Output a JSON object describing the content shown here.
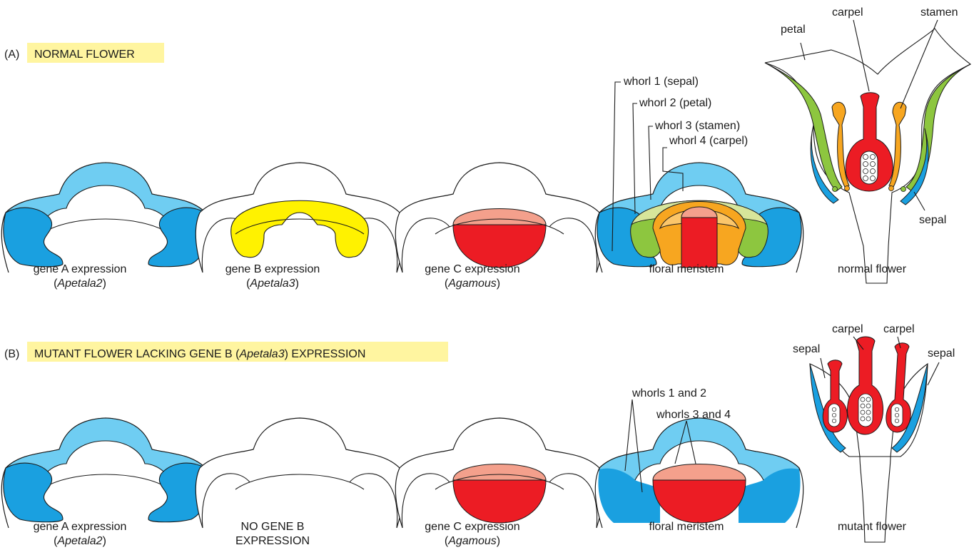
{
  "panels": {
    "a": {
      "letter": "(A)",
      "title": "NORMAL FLOWER"
    },
    "b": {
      "letter": "(B)",
      "title_pre": "MUTANT FLOWER LACKING GENE B (",
      "title_italic": "Apetala3",
      "title_post": ") EXPRESSION"
    }
  },
  "row_a": {
    "gene_a": {
      "line1": "gene A expression",
      "open": "(",
      "name": "Apetala2",
      "close": ")"
    },
    "gene_b": {
      "line1": "gene B expression",
      "open": "(",
      "name": "Apetala3",
      "close": ")"
    },
    "gene_c": {
      "line1": "gene C expression",
      "open": "(",
      "name": "Agamous",
      "close": ")"
    },
    "meristem": {
      "caption": "floral meristem",
      "whorl1": "whorl 1 (sepal)",
      "whorl2": "whorl 2 (petal)",
      "whorl3": "whorl 3 (stamen)",
      "whorl4": "whorl 4 (carpel)"
    },
    "flower": {
      "caption": "normal flower",
      "petal": "petal",
      "carpel": "carpel",
      "stamen": "stamen",
      "sepal": "sepal"
    }
  },
  "row_b": {
    "gene_a": {
      "line1": "gene A expression",
      "open": "(",
      "name": "Apetala2",
      "close": ")"
    },
    "gene_b": {
      "line1": "NO GENE B",
      "line2": "EXPRESSION"
    },
    "gene_c": {
      "line1": "gene C expression",
      "open": "(",
      "name": "Agamous",
      "close": ")"
    },
    "meristem": {
      "caption": "floral meristem",
      "whorls12": "whorls 1 and 2",
      "whorls34": "whorls 3 and 4"
    },
    "flower": {
      "caption": "mutant flower",
      "sepal_left": "sepal",
      "carpel_left": "carpel",
      "carpel_right": "carpel",
      "sepal_right": "sepal"
    }
  },
  "colors": {
    "light_blue": "#6fcdf2",
    "dark_blue": "#1aa0e0",
    "yellow": "#fff200",
    "pink": "#f4a08c",
    "red": "#ec1c24",
    "orange": "#f7a620",
    "light_orange": "#fbc66a",
    "green": "#8dc63f",
    "light_green": "#d7e59a",
    "banner": "#fff5a0"
  }
}
